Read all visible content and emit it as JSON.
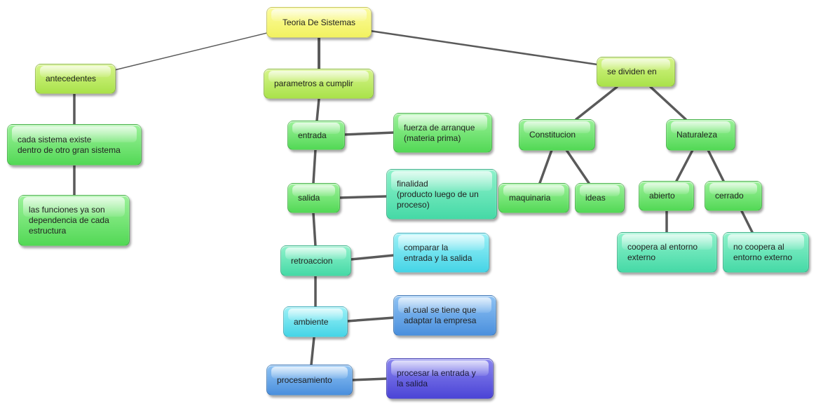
{
  "nodes": {
    "teoria": "Teoria De Sistemas",
    "antecedentes": "antecedentes",
    "cada_sistema": "cada sistema existe\ndentro de otro gran sistema",
    "las_funciones": "las funciones ya son\ndependencia de cada\nestructura",
    "parametros": "parametros a cumplir",
    "entrada": "entrada",
    "fuerza": "fuerza de arranque\n(materia prima)",
    "salida": "salida",
    "finalidad": "finalidad\n(producto luego de un\nproceso)",
    "retroaccion": "retroaccion",
    "comparar": "comparar la\nentrada y la salida",
    "ambiente": "ambiente",
    "al_cual": "al cual se tiene que\nadaptar la empresa",
    "procesamiento": "procesamiento",
    "procesar": "procesar la entrada y\nla salida",
    "se_dividen": "se dividen en",
    "constitucion": "Constitucion",
    "maquinaria": "maquinaria",
    "ideas": "ideas",
    "naturaleza": "Naturaleza",
    "abierto": "abierto",
    "cerrado": "cerrado",
    "coopera": "coopera al entorno\nexterno",
    "no_coopera": "no coopera al\nentorno externo"
  },
  "colors": {
    "yellow": "#f2f260",
    "lime": "#a9e24a",
    "green": "#52d855",
    "teal": "#45d9a6",
    "cyan": "#45d4e6",
    "blue": "#4a8fdd",
    "indigo": "#4b44d6",
    "connector": "#555555"
  }
}
